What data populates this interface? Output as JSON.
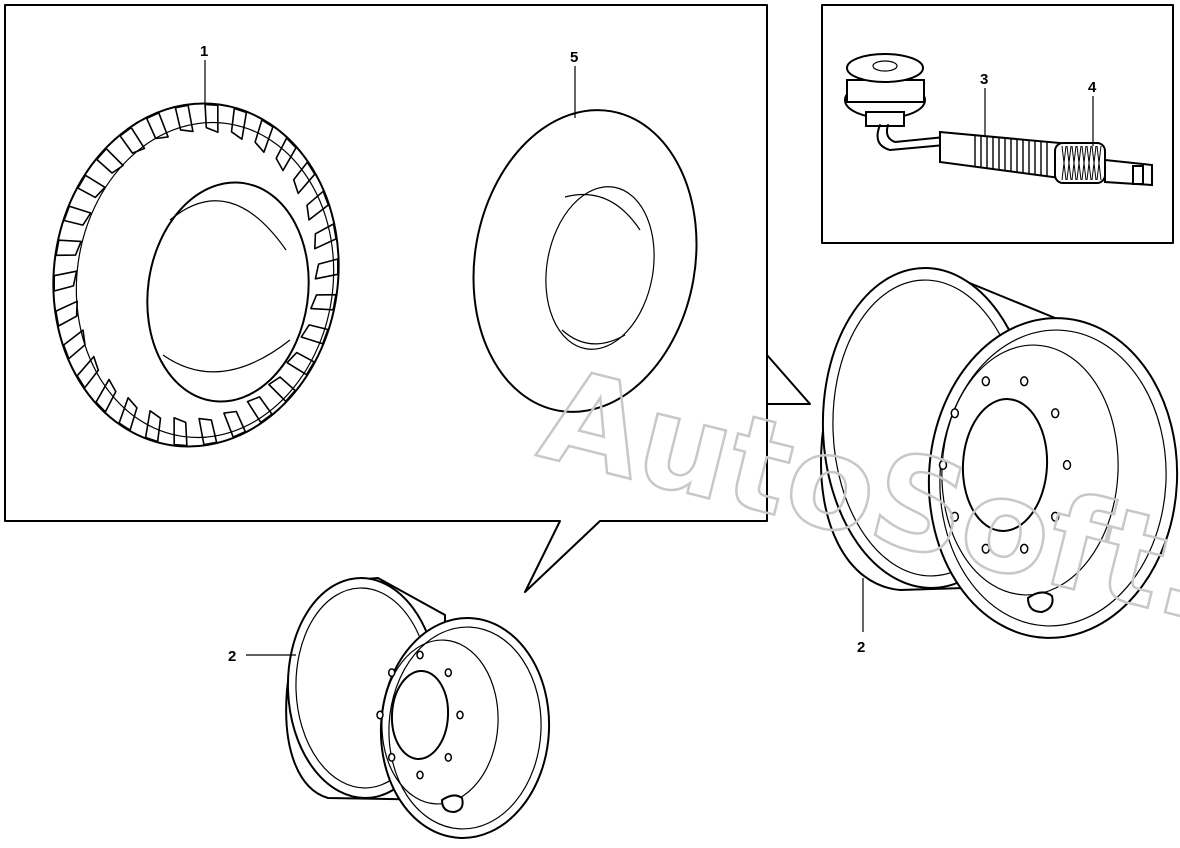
{
  "diagram": {
    "watermark": "AutoSoft.ru",
    "callouts": {
      "tire": "1",
      "rim_small": "2",
      "rim_large": "2",
      "valve_stem": "3",
      "valve_cap": "4",
      "rim_flap": "5"
    }
  }
}
